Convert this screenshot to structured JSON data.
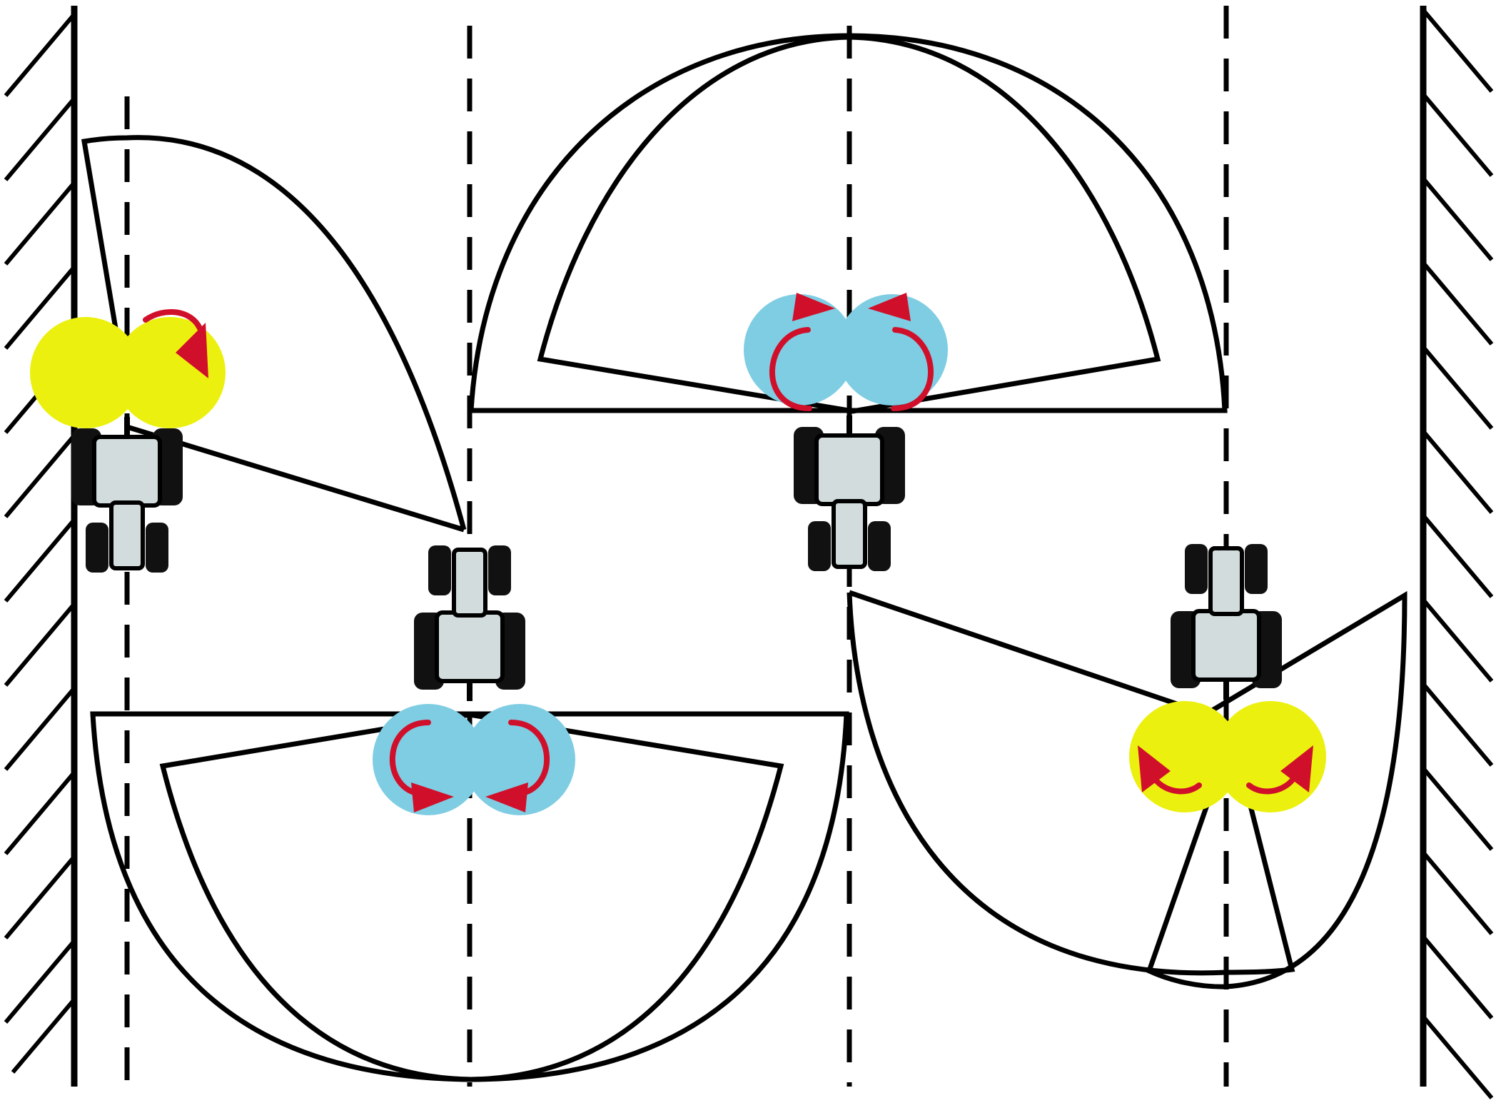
{
  "colors": {
    "background": "#ffffff",
    "stroke": "#000000",
    "yellow_marker": "#ecf00e",
    "blue_marker": "#7fcde3",
    "arrow": "#d0102a",
    "tractor_body": "#d2dcdc",
    "tractor_tires": "#111111"
  },
  "icons": {
    "tractor": "tractor-icon",
    "turn_arrow": "turn-arrow-icon",
    "field_boundary": "field-boundary-hatch"
  },
  "markers": [
    {
      "name": "marker-yellow-left",
      "color": "yellow",
      "arrows": [
        "clockwise-right"
      ]
    },
    {
      "name": "marker-blue-bottom",
      "color": "blue",
      "arrows": [
        "inward-left",
        "inward-right"
      ]
    },
    {
      "name": "marker-blue-top",
      "color": "blue",
      "arrows": [
        "inward-left",
        "inward-right"
      ]
    },
    {
      "name": "marker-yellow-right",
      "color": "yellow",
      "arrows": [
        "outward-left",
        "outward-right"
      ]
    }
  ],
  "tractors": [
    {
      "name": "tractor-1",
      "heading": "down"
    },
    {
      "name": "tractor-2",
      "heading": "up"
    },
    {
      "name": "tractor-3",
      "heading": "down"
    },
    {
      "name": "tractor-4",
      "heading": "up"
    }
  ]
}
